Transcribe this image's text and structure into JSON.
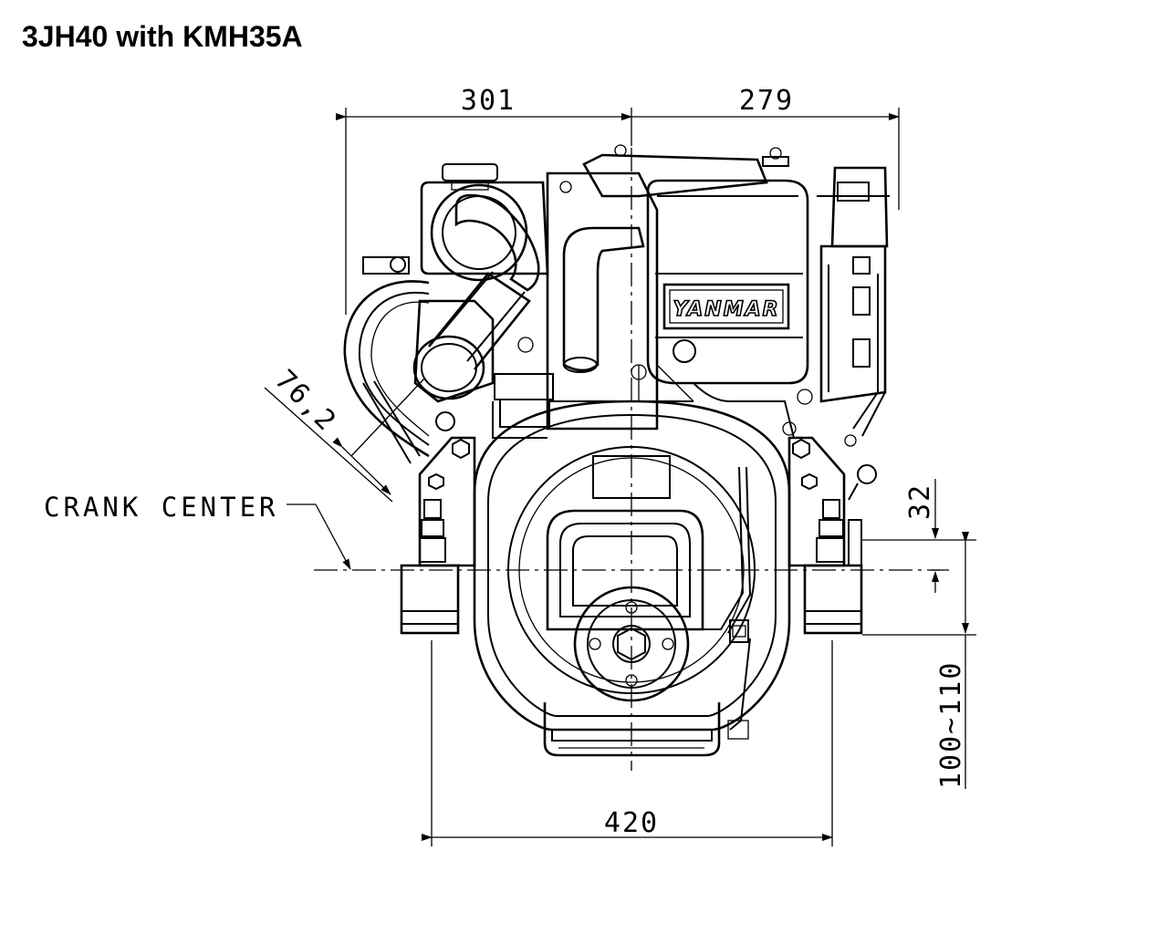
{
  "title": "3JH40 with KMH35A",
  "dimensions": {
    "left_width": "301",
    "right_width": "279",
    "pulley_offset": "76,2",
    "crank_offset": "32",
    "mount_height": "100~110",
    "mount_span": "420"
  },
  "labels": {
    "crank_center": "CRANK CENTER",
    "brand": "YANMAR"
  }
}
